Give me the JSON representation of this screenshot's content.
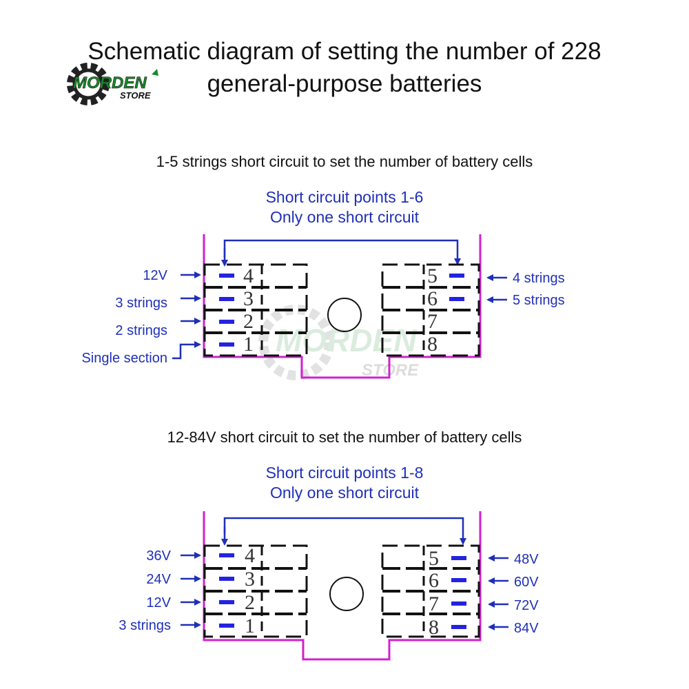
{
  "header": {
    "title_line1": "Schematic diagram of setting the number of 228",
    "title_line2": "general-purpose batteries",
    "logo_text": "MORDEN",
    "logo_sub": "STORE"
  },
  "section1": {
    "subtitle": "1-5 strings short circuit to set the number of battery cells",
    "note_line1": "Short circuit points 1-6",
    "note_line2": "Only one short circuit",
    "left_labels": [
      "12V",
      "3 strings",
      "2 strings",
      "Single section"
    ],
    "right_labels": [
      "4 strings",
      "5 strings"
    ],
    "left_numbers": [
      "4",
      "3",
      "2",
      "1"
    ],
    "right_numbers": [
      "5",
      "6",
      "7",
      "8"
    ]
  },
  "section2": {
    "subtitle": "12-84V short circuit to set the number of battery cells",
    "note_line1": "Short circuit points 1-8",
    "note_line2": "Only one short circuit",
    "left_labels": [
      "36V",
      "24V",
      "12V",
      "3 strings"
    ],
    "right_labels": [
      "48V",
      "60V",
      "72V",
      "84V"
    ],
    "left_numbers": [
      "4",
      "3",
      "2",
      "1"
    ],
    "right_numbers": [
      "5",
      "6",
      "7",
      "8"
    ]
  },
  "colors": {
    "blue": "#1f2fb8",
    "magenta": "#d020d0",
    "pad": "#2323e0"
  }
}
